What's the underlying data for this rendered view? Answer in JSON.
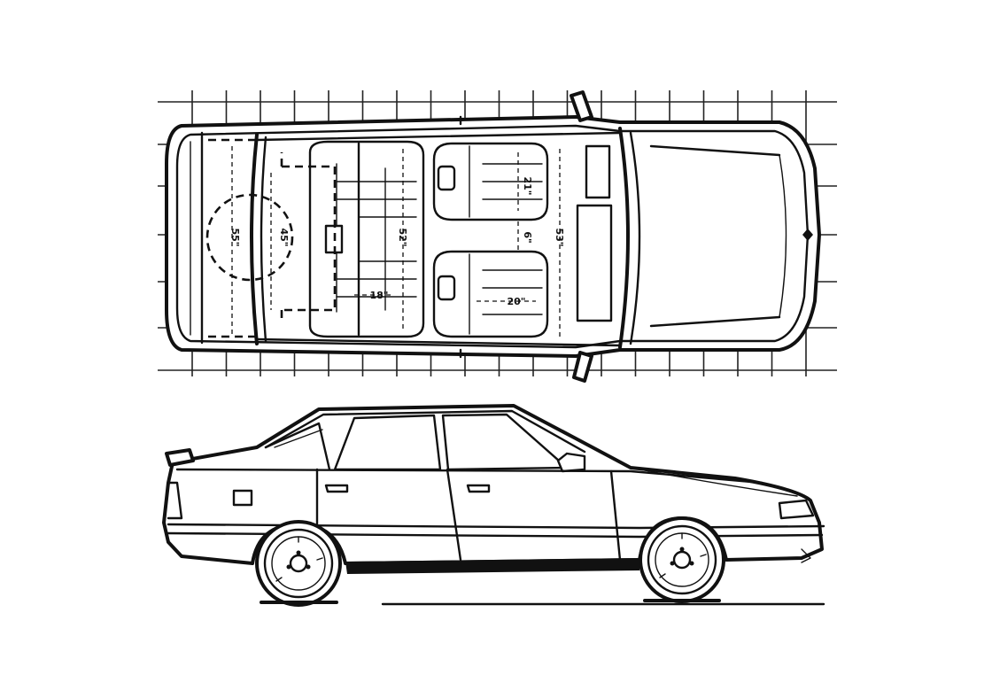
{
  "dimensions": {
    "trunk_width": "55\"",
    "trunk_depth": "45\"",
    "rear_seat_width": "52\"",
    "rear_legroom": "18\"",
    "front_seat_back": "21\"",
    "front_seat_gap": "6\"",
    "front_shoulder": "53\"",
    "front_seat_depth": "20\""
  },
  "colors": {
    "ink": "#111111",
    "paper": "#ffffff"
  }
}
